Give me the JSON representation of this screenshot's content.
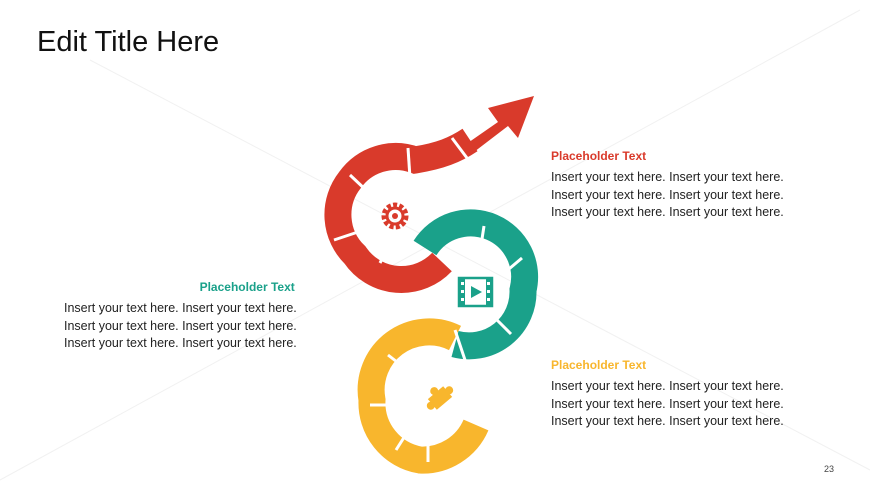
{
  "title": "Edit Title Here",
  "page_number": "23",
  "colors": {
    "red": "#d93a2b",
    "teal": "#1aa18a",
    "yellow": "#f8b62d"
  },
  "blocks": [
    {
      "heading": "Placeholder Text",
      "color": "#d93a2b",
      "lines": [
        "Insert your text here. Insert your text here.",
        "Insert your text here. Insert your text here.",
        "Insert your text here. Insert your text here."
      ]
    },
    {
      "heading": "Placeholder Text",
      "color": "#1aa18a",
      "lines": [
        "Insert your text here. Insert your text here.",
        "Insert your text here. Insert your text here.",
        "Insert your text here. Insert your text here."
      ]
    },
    {
      "heading": "Placeholder Text",
      "color": "#f8b62d",
      "lines": [
        "Insert your text here. Insert your text here.",
        "Insert your text here. Insert your text here.",
        "Insert your text here. Insert your text here."
      ]
    }
  ],
  "icons": [
    "gear-icon",
    "film-play-icon",
    "puzzle-icon"
  ]
}
